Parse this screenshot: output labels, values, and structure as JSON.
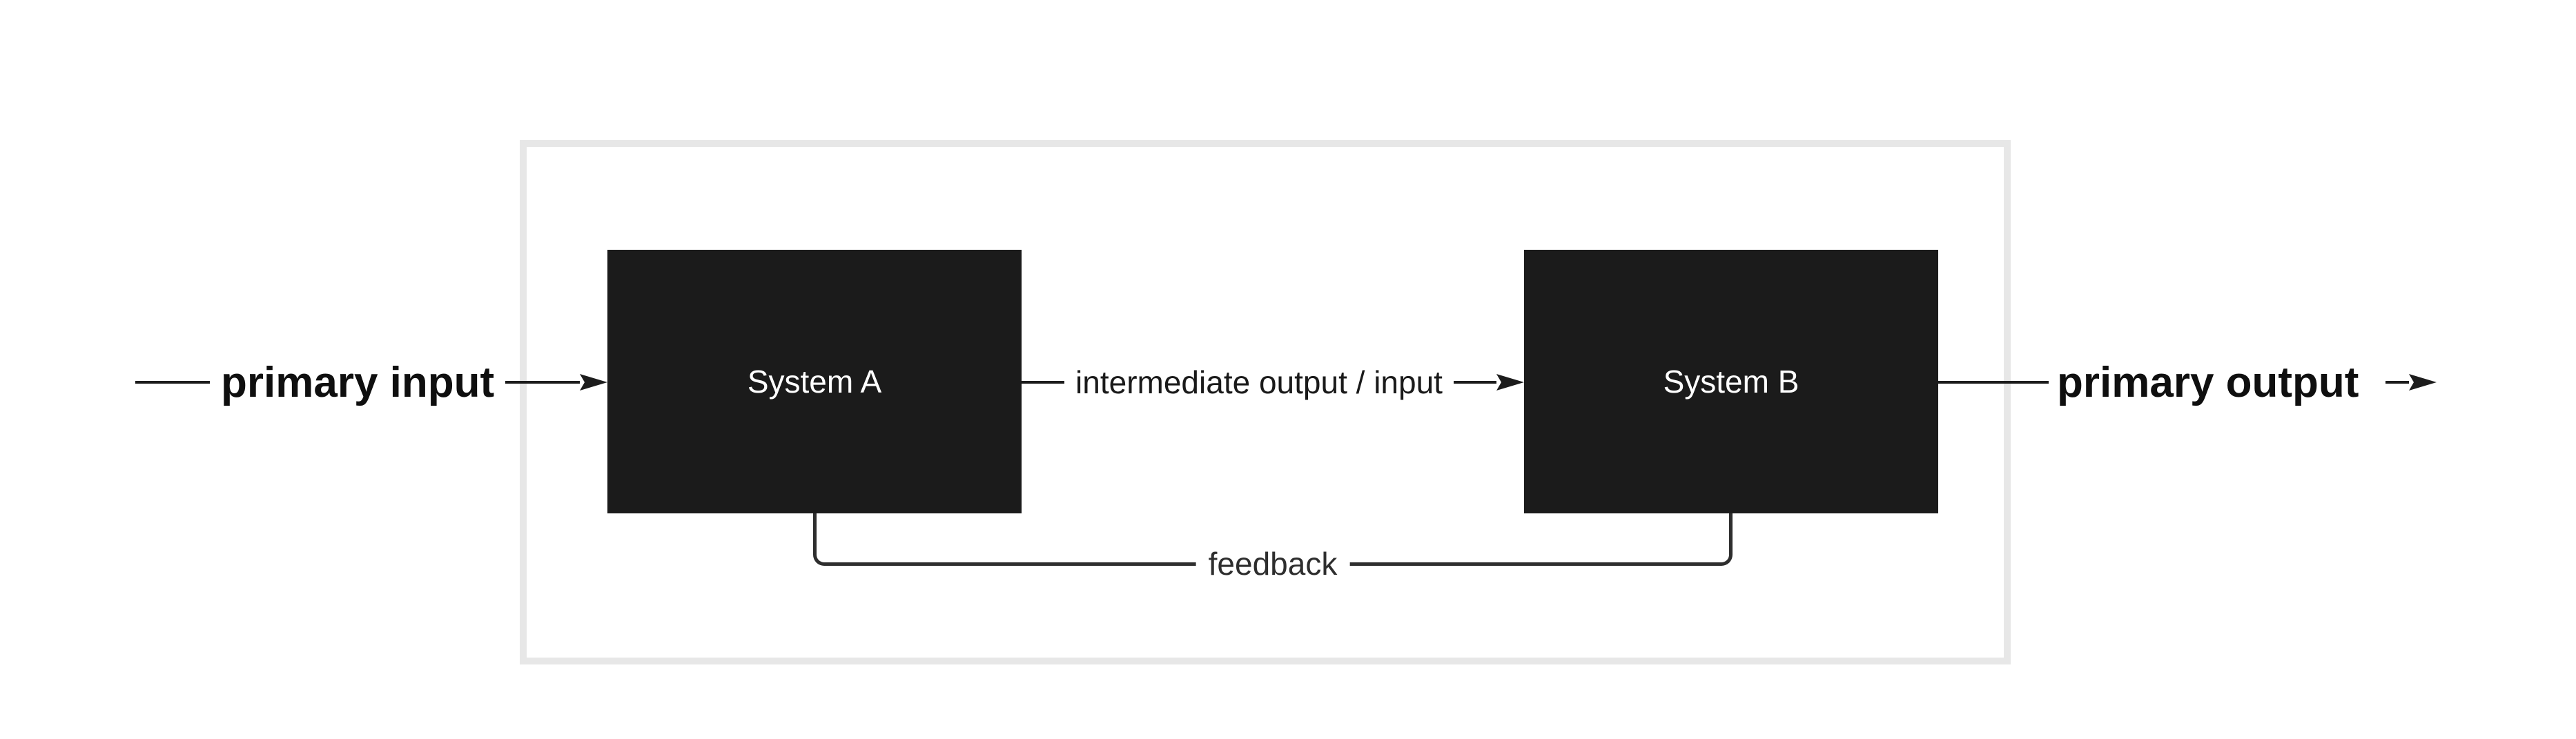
{
  "diagram": {
    "type": "block-diagram",
    "nodes": [
      {
        "id": "system_a",
        "label": "System A"
      },
      {
        "id": "system_b",
        "label": "System B"
      }
    ],
    "edges": [
      {
        "from": "external",
        "to": "system_a",
        "label": "primary input",
        "emphasis": "bold"
      },
      {
        "from": "system_a",
        "to": "system_b",
        "label": "intermediate output / input",
        "emphasis": "normal"
      },
      {
        "from": "system_b",
        "to": "external",
        "label": "primary output",
        "emphasis": "bold"
      },
      {
        "from": "system_b",
        "to": "system_a",
        "label": "feedback",
        "emphasis": "normal",
        "path": "rounded-bottom-loop"
      }
    ],
    "labels": {
      "primary_input": "primary input",
      "intermediate": "intermediate output / input",
      "primary_output": "primary output",
      "feedback": "feedback"
    },
    "colors": {
      "page_bg": "#ffffff",
      "frame_border": "#e7e7e7",
      "node_fill": "#1b1b1b",
      "node_text": "#ffffff",
      "line_color": "#1c1c1c",
      "edge_text": "#1a1a1a",
      "strong_text": "#0f0f0f",
      "feedback_color": "#2e2e2e"
    }
  }
}
